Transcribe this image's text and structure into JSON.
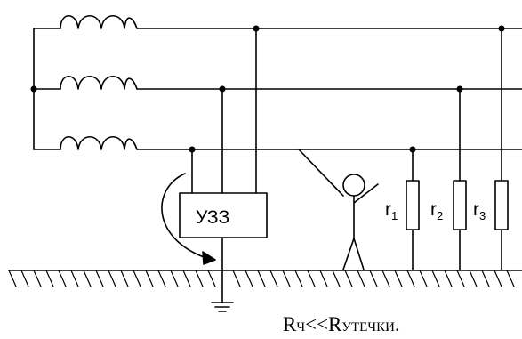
{
  "device": {
    "label": "УЗЗ"
  },
  "resistors": [
    {
      "base": "r",
      "sub": "1"
    },
    {
      "base": "r",
      "sub": "2"
    },
    {
      "base": "r",
      "sub": "3"
    }
  ],
  "formula": {
    "left_base": "R",
    "left_sub": "Ч",
    "relation": "<<",
    "right_base": "R",
    "right_sub": "УТЕЧКИ",
    "end": "."
  }
}
